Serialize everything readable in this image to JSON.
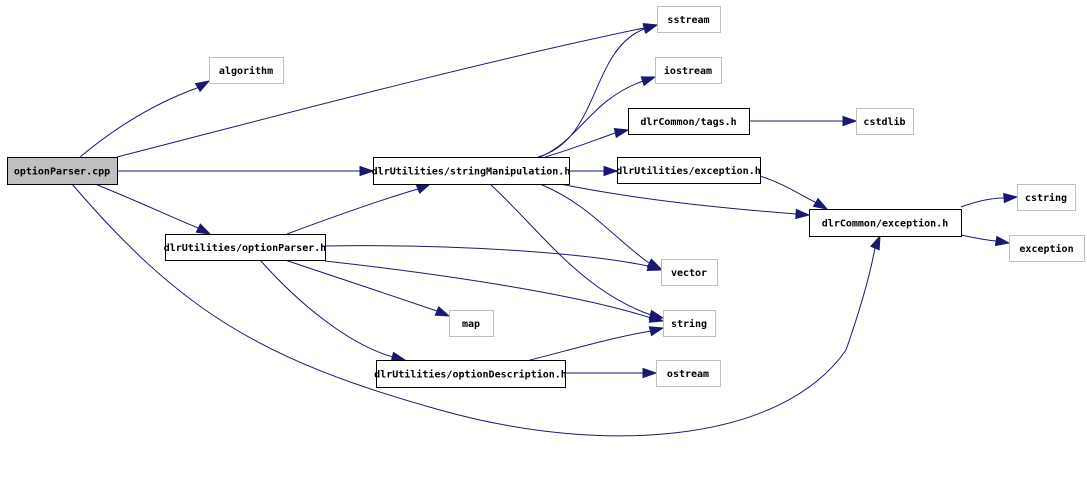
{
  "diagram": {
    "type": "include-dependency-graph",
    "root": "optionParser.cpp",
    "colors": {
      "edge": "#191970",
      "root_fill": "#bfbfbf",
      "internal_border": "#000000",
      "external_border": "#bfbfbf"
    },
    "nodes": [
      {
        "id": "optionParser_cpp",
        "label": "optionParser.cpp",
        "kind": "root"
      },
      {
        "id": "algorithm",
        "label": "algorithm",
        "kind": "external"
      },
      {
        "id": "sstream",
        "label": "sstream",
        "kind": "external"
      },
      {
        "id": "iostream",
        "label": "iostream",
        "kind": "external"
      },
      {
        "id": "tags_h",
        "label": "dlrCommon/tags.h",
        "kind": "internal"
      },
      {
        "id": "cstdlib",
        "label": "cstdlib",
        "kind": "external"
      },
      {
        "id": "stringManipulation_h",
        "label": "dlrUtilities/stringManipulation.h",
        "kind": "internal"
      },
      {
        "id": "utilities_exception_h",
        "label": "dlrUtilities/exception.h",
        "kind": "internal"
      },
      {
        "id": "cstring",
        "label": "cstring",
        "kind": "external"
      },
      {
        "id": "common_exception_h",
        "label": "dlrCommon/exception.h",
        "kind": "internal"
      },
      {
        "id": "exception",
        "label": "exception",
        "kind": "external"
      },
      {
        "id": "optionParser_h",
        "label": "dlrUtilities/optionParser.h",
        "kind": "internal"
      },
      {
        "id": "vector",
        "label": "vector",
        "kind": "external"
      },
      {
        "id": "map",
        "label": "map",
        "kind": "external"
      },
      {
        "id": "string",
        "label": "string",
        "kind": "external"
      },
      {
        "id": "optionDescription_h",
        "label": "dlrUtilities/optionDescription.h",
        "kind": "internal"
      },
      {
        "id": "ostream",
        "label": "ostream",
        "kind": "external"
      }
    ],
    "edges": [
      {
        "from": "optionParser_cpp",
        "to": "algorithm"
      },
      {
        "from": "optionParser_cpp",
        "to": "sstream"
      },
      {
        "from": "optionParser_cpp",
        "to": "stringManipulation_h"
      },
      {
        "from": "optionParser_cpp",
        "to": "optionParser_h"
      },
      {
        "from": "optionParser_cpp",
        "to": "common_exception_h"
      },
      {
        "from": "stringManipulation_h",
        "to": "sstream"
      },
      {
        "from": "stringManipulation_h",
        "to": "iostream"
      },
      {
        "from": "stringManipulation_h",
        "to": "tags_h"
      },
      {
        "from": "stringManipulation_h",
        "to": "utilities_exception_h"
      },
      {
        "from": "stringManipulation_h",
        "to": "common_exception_h"
      },
      {
        "from": "stringManipulation_h",
        "to": "vector"
      },
      {
        "from": "stringManipulation_h",
        "to": "string"
      },
      {
        "from": "tags_h",
        "to": "cstdlib"
      },
      {
        "from": "utilities_exception_h",
        "to": "common_exception_h"
      },
      {
        "from": "common_exception_h",
        "to": "cstring"
      },
      {
        "from": "common_exception_h",
        "to": "exception"
      },
      {
        "from": "optionParser_h",
        "to": "stringManipulation_h"
      },
      {
        "from": "optionParser_h",
        "to": "vector"
      },
      {
        "from": "optionParser_h",
        "to": "map"
      },
      {
        "from": "optionParser_h",
        "to": "string"
      },
      {
        "from": "optionParser_h",
        "to": "optionDescription_h"
      },
      {
        "from": "optionDescription_h",
        "to": "string"
      },
      {
        "from": "optionDescription_h",
        "to": "ostream"
      }
    ]
  }
}
